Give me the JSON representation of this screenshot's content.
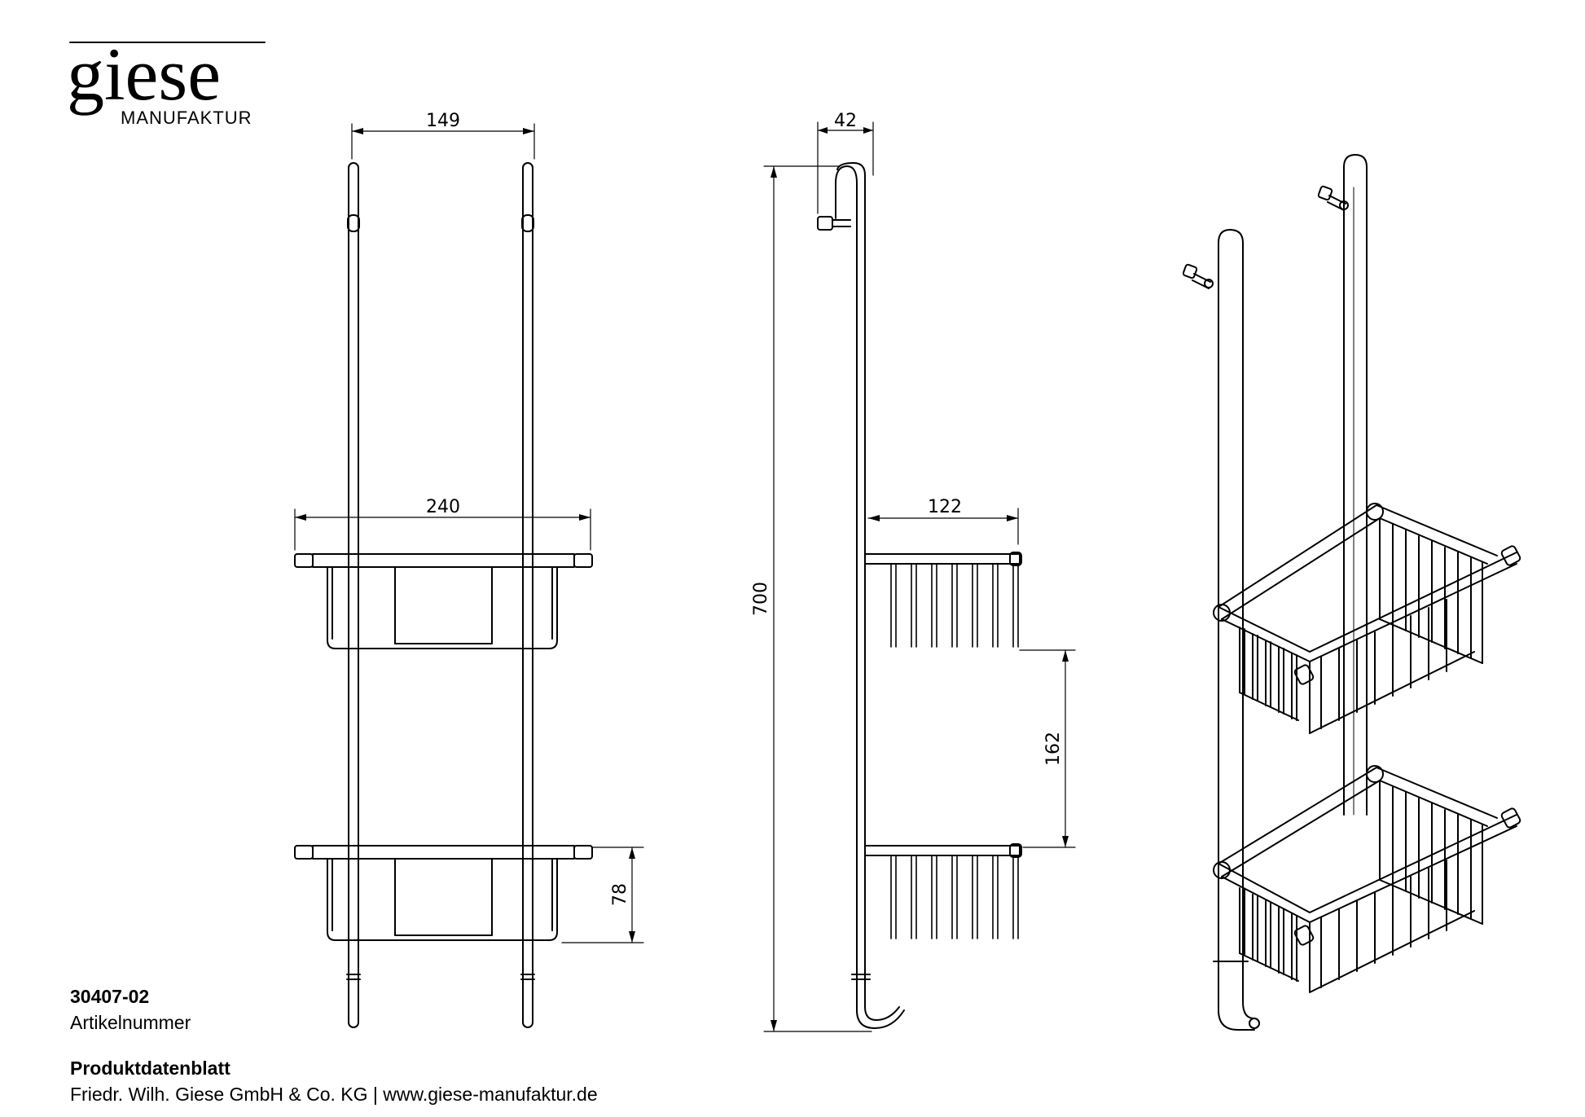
{
  "logo": {
    "brand": "giese",
    "sub": "MANUFAKTUR"
  },
  "dimensions": {
    "front_width": "149",
    "side_depth_top": "42",
    "shelf_width": "240",
    "total_height": "700",
    "shelf_depth": "122",
    "shelf_spacing": "162",
    "basket_height": "78"
  },
  "article": {
    "number": "30407-02",
    "label": "Artikelnummer"
  },
  "footer": {
    "title": "Produktdatenblatt",
    "company": "Friedr. Wilh. Giese GmbH & Co. KG | www.giese-manufaktur.de"
  }
}
